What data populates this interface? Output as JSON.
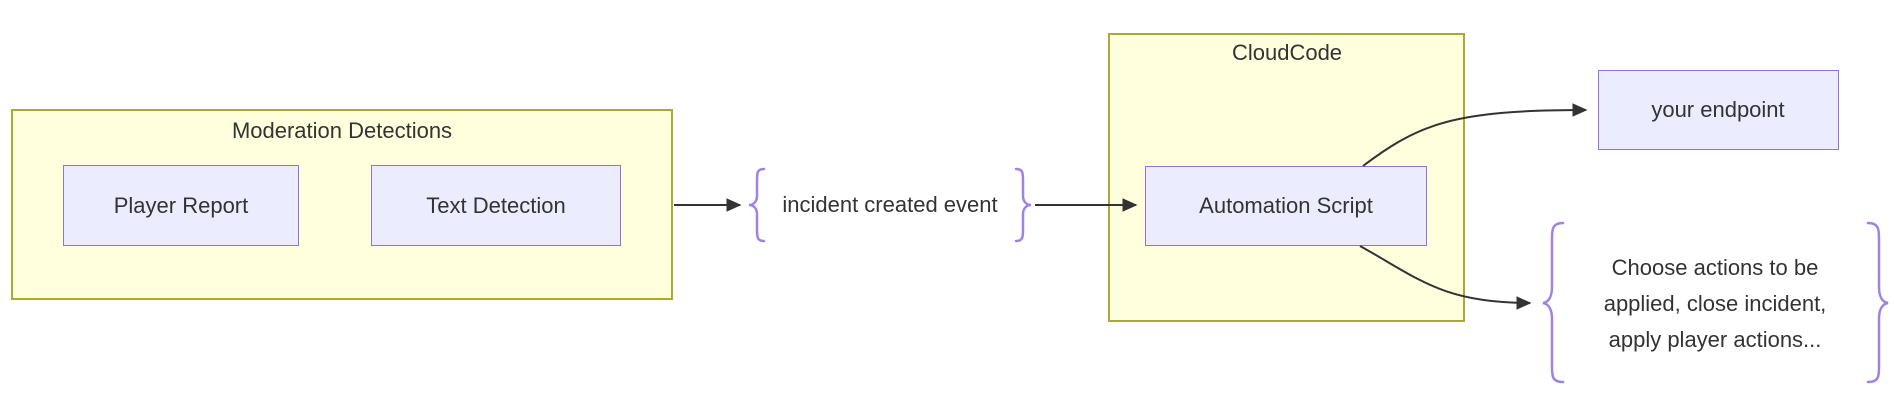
{
  "diagram": {
    "groups": {
      "moderation": {
        "title": "Moderation Detections"
      },
      "cloudcode": {
        "title": "CloudCode"
      }
    },
    "nodes": {
      "player_report": {
        "label": "Player Report"
      },
      "text_detection": {
        "label": "Text Detection"
      },
      "automation_script": {
        "label": "Automation Script"
      },
      "your_endpoint": {
        "label": "your endpoint"
      }
    },
    "edge_labels": {
      "incident_event": {
        "text": "incident created event"
      },
      "actions": {
        "line1": "Choose actions to be",
        "line2": "applied, close incident,",
        "line3": "apply player actions..."
      }
    },
    "colors": {
      "group_fill": "#ffffde",
      "group_border": "#aaaa33",
      "node_fill": "#ececff",
      "node_border": "#9370db",
      "edge": "#333333",
      "brace": "#a183dd",
      "text": "#333333",
      "background": "#ffffff"
    }
  }
}
